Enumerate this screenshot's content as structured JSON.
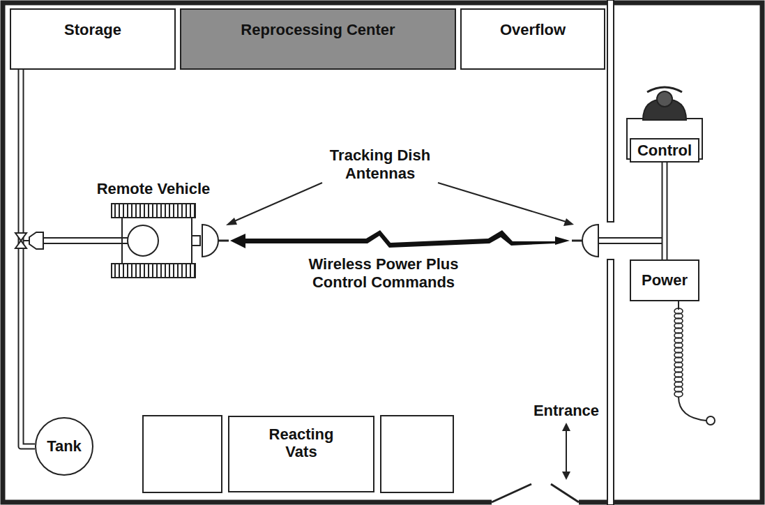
{
  "diagram": {
    "nodes": [
      {
        "text": [
          "Storage"
        ]
      },
      {
        "text": [
          "Reprocessing Center"
        ]
      },
      {
        "text": [
          "Overflow"
        ]
      },
      {
        "text": [
          "Remote Vehicle"
        ]
      },
      {
        "text": [
          "Control"
        ]
      },
      {
        "text": [
          "Power"
        ]
      },
      {
        "text": [
          "Tank"
        ]
      },
      {
        "text": [
          "Reacting Vats"
        ]
      }
    ],
    "edges": [
      {
        "from": 0,
        "to": 6,
        "arrow": "none"
      },
      {
        "from": 4,
        "to": 5,
        "arrow": "none"
      }
    ],
    "labels": [
      "Tracking Dish Antennas",
      "Wireless Power Plus Control Commands",
      "Entrance"
    ]
  }
}
